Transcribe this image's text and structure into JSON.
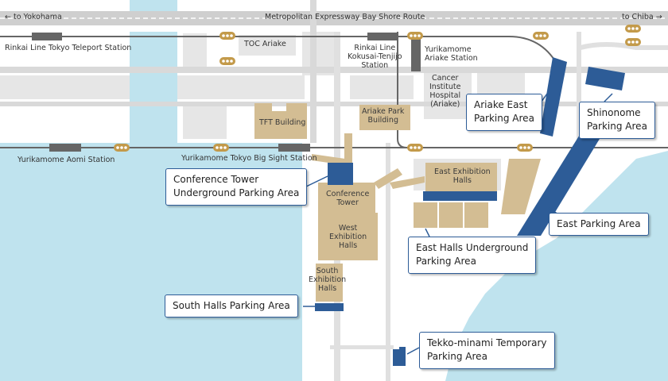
{
  "expressway": {
    "name": "Metropolitan Expressway Bay Shore Route",
    "to_west": "← to Yokohama",
    "to_east": "to Chiba →"
  },
  "stations": {
    "teleport": "Rinkai Line Tokyo Teleport Station",
    "kokusai_tenjijo": [
      "Rinkai Line",
      "Kokusai-Tenjijo",
      "Station"
    ],
    "ariake": [
      "Yurikamome",
      "Ariake Station"
    ],
    "aomi": "Yurikamome Aomi Station",
    "big_sight": "Yurikamome Tokyo Big Sight Station"
  },
  "buildings": {
    "toc": "TOC Ariake",
    "cancer": [
      "Cancer",
      "Institute",
      "Hospital",
      "(Ariake)"
    ],
    "tft": "TFT Building",
    "ariake_park": [
      "Ariake Park",
      "Building"
    ],
    "conference": [
      "Conference",
      "Tower"
    ],
    "west_halls": [
      "West",
      "Exhibition",
      "Halls"
    ],
    "east_halls": [
      "East Exhibition",
      "Halls"
    ],
    "south_halls": [
      "South",
      "Exhibition",
      "Halls"
    ]
  },
  "parking": {
    "ariake_east": [
      "Ariake East",
      "Parking Area"
    ],
    "shinonome": [
      "Shinonome",
      "Parking Area"
    ],
    "conference_tower": [
      "Conference Tower",
      "Underground Parking Area"
    ],
    "east": "East Parking Area",
    "east_halls_ug": [
      "East Halls Underground",
      "Parking Area"
    ],
    "south_halls": "South Halls Parking Area",
    "tekko_minami": [
      "Tekko-minami Temporary",
      "Parking Area"
    ]
  },
  "colors": {
    "water": "#bfe3ee",
    "land": "#ffffff",
    "block": "#e6e6e6",
    "road": "#cfcfcf",
    "building": "#d3bd93",
    "parking": "#2d5c97",
    "rail": "#666666",
    "bus_stop": "#c39a4a",
    "text": "#333333"
  },
  "icons": [
    "bus-stop-icon"
  ]
}
